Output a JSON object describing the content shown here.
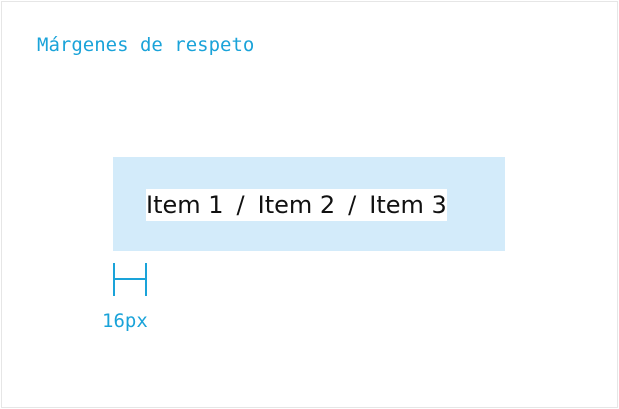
{
  "title": "Márgenes de respeto",
  "breadcrumb": {
    "items": [
      "Item 1",
      "Item 2",
      "Item 3"
    ],
    "separator": "/"
  },
  "measurement": {
    "label": "16px"
  },
  "colors": {
    "accent": "#1aa3d9",
    "margin_zone": "#d3ebfa",
    "border": "#e6e6e6",
    "text": "#111111"
  }
}
